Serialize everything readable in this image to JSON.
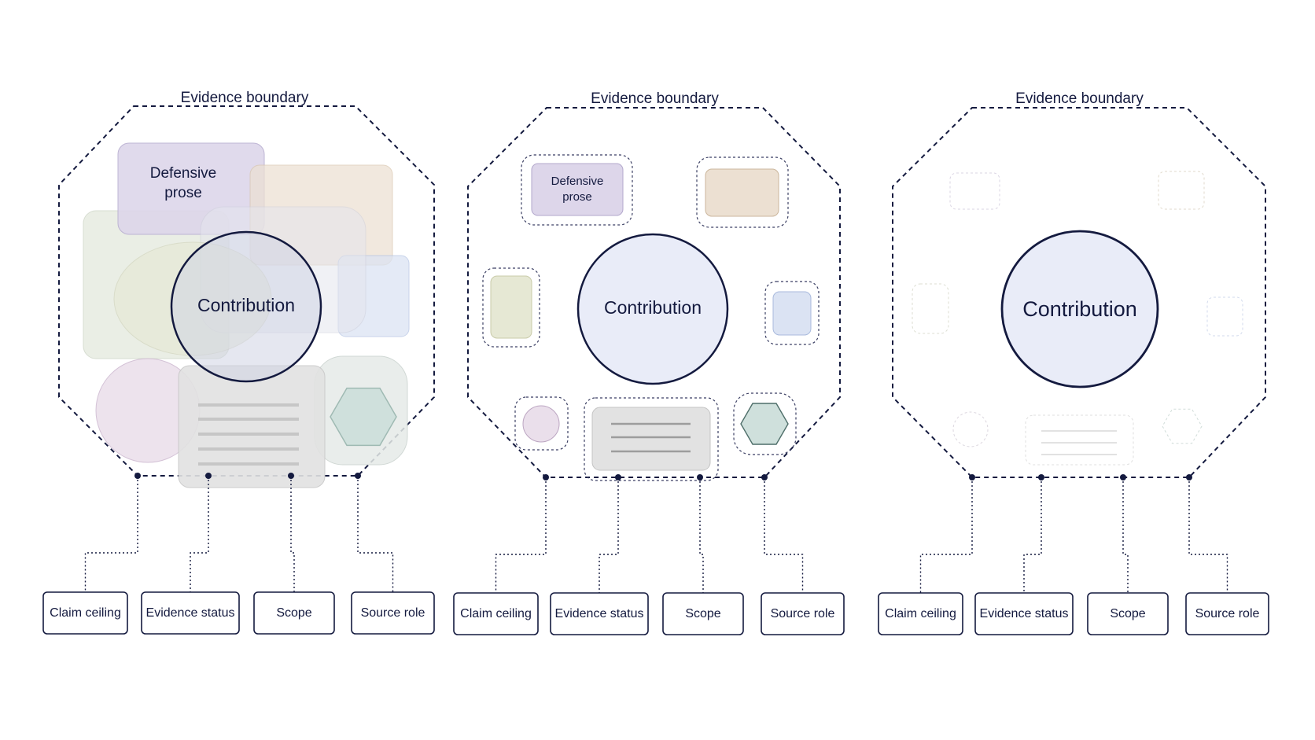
{
  "panels": [
    {
      "title": "Evidence boundary",
      "center_label": "Contribution",
      "chip_label": [
        "Defensive",
        "prose"
      ],
      "state": "overlapping",
      "boxes": [
        "Claim ceiling",
        "Evidence status",
        "Scope",
        "Source role"
      ]
    },
    {
      "title": "Evidence boundary",
      "center_label": "Contribution",
      "chip_label": [
        "Defensive",
        "prose"
      ],
      "state": "contained",
      "boxes": [
        "Claim ceiling",
        "Evidence status",
        "Scope",
        "Source role"
      ]
    },
    {
      "title": "Evidence boundary",
      "center_label": "Contribution",
      "chip_label": [],
      "state": "faded",
      "boxes": [
        "Claim ceiling",
        "Evidence status",
        "Scope",
        "Source role"
      ]
    }
  ],
  "colors": {
    "ink": "#141a3f",
    "contribution_fill": "#e9ecf8",
    "purple": "#ddd6ea",
    "tan": "#ece0d2",
    "green": "#e3e8dc",
    "olive": "#e6e8d4",
    "blue": "#dbe3f3",
    "pink": "#eadfeb",
    "gray": "#e2e2e2",
    "teal": "#cfe0dc"
  }
}
